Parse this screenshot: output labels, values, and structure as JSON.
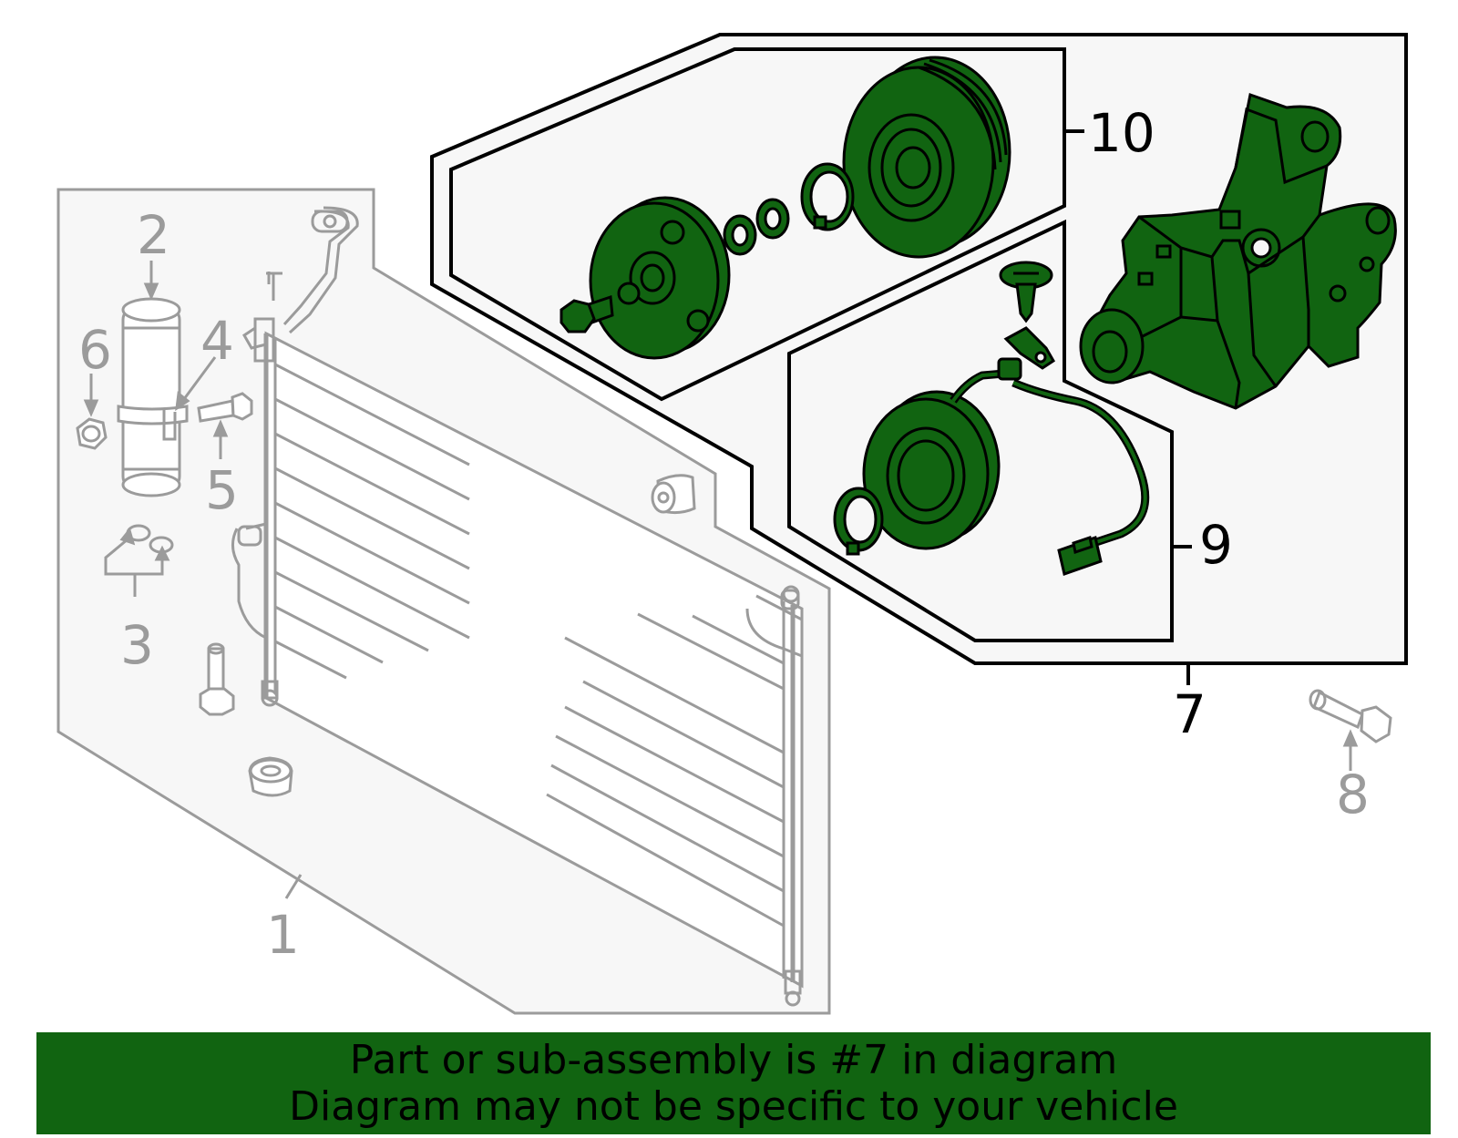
{
  "colors": {
    "highlight": "#116411",
    "outline_grey": "#9b9b9b",
    "outline_black": "#000000",
    "panel_fill": "#f7f7f7"
  },
  "callouts": {
    "c1": "1",
    "c2": "2",
    "c3": "3",
    "c4": "4",
    "c5": "5",
    "c6": "6",
    "c7": "7",
    "c8": "8",
    "c9": "9",
    "c10": "10"
  },
  "banner": {
    "line1": "Part or sub-assembly is #7 in diagram",
    "line2": "Diagram may not be specific to your vehicle"
  }
}
